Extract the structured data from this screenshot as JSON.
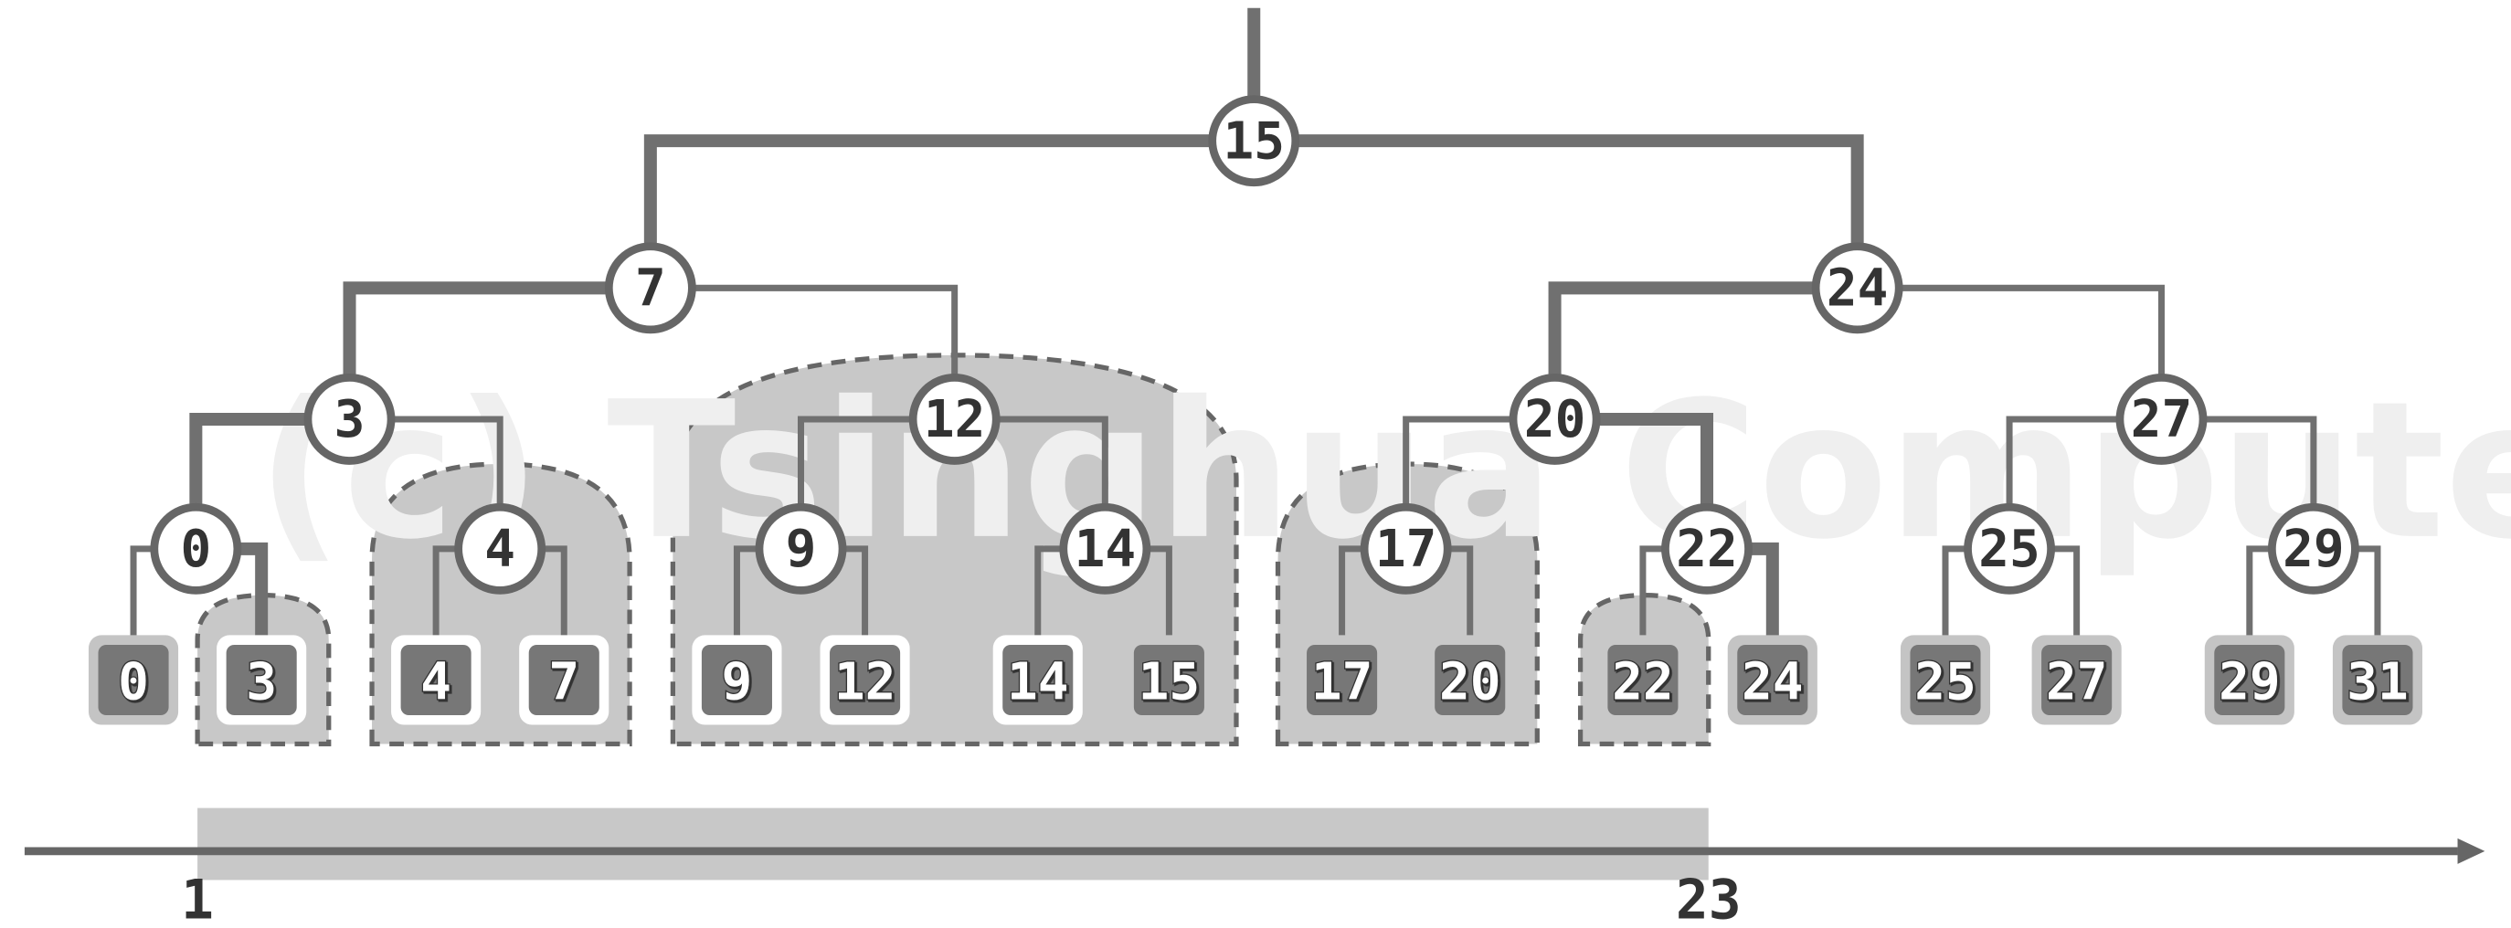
{
  "watermark": "(c) Tsinghua Computer",
  "colors": {
    "edge": "#707070",
    "shade": "#c8c8c8",
    "leaf_fill": "#777777",
    "reported_border": "#ffffff",
    "outside_border": "#c4c4c4",
    "axis": "#666666"
  },
  "tree": {
    "id": "n15",
    "key": "15",
    "thick": true,
    "children": [
      {
        "id": "n7",
        "key": "7",
        "thick": true,
        "children": [
          {
            "id": "n3",
            "key": "3",
            "thick": true,
            "children": [
              {
                "id": "n0",
                "key": "0",
                "thick": true,
                "children": [
                  {
                    "id": "l0",
                    "key": "0",
                    "thick": false
                  },
                  {
                    "id": "l3",
                    "key": "3",
                    "thick": true
                  }
                ]
              },
              {
                "id": "n4",
                "key": "4",
                "thick": false,
                "children": [
                  {
                    "id": "l4",
                    "key": "4",
                    "thick": false
                  },
                  {
                    "id": "l7",
                    "key": "7",
                    "thick": false
                  }
                ]
              }
            ]
          },
          {
            "id": "n12",
            "key": "12",
            "thick": false,
            "children": [
              {
                "id": "n9",
                "key": "9",
                "thick": false,
                "children": [
                  {
                    "id": "l9",
                    "key": "9",
                    "thick": false
                  },
                  {
                    "id": "l12",
                    "key": "12",
                    "thick": false
                  }
                ]
              },
              {
                "id": "n14",
                "key": "14",
                "thick": false,
                "children": [
                  {
                    "id": "l14",
                    "key": "14",
                    "thick": false
                  },
                  {
                    "id": "l15",
                    "key": "15",
                    "thick": false
                  }
                ]
              }
            ]
          }
        ]
      },
      {
        "id": "n24",
        "key": "24",
        "thick": true,
        "children": [
          {
            "id": "n20",
            "key": "20",
            "thick": true,
            "children": [
              {
                "id": "n17",
                "key": "17",
                "thick": false,
                "children": [
                  {
                    "id": "l17",
                    "key": "17",
                    "thick": false
                  },
                  {
                    "id": "l20",
                    "key": "20",
                    "thick": false
                  }
                ]
              },
              {
                "id": "n22",
                "key": "22",
                "thick": true,
                "children": [
                  {
                    "id": "l22",
                    "key": "22",
                    "thick": false
                  },
                  {
                    "id": "l24",
                    "key": "24",
                    "thick": true
                  }
                ]
              }
            ]
          },
          {
            "id": "n27",
            "key": "27",
            "thick": false,
            "children": [
              {
                "id": "n25",
                "key": "25",
                "thick": false,
                "children": [
                  {
                    "id": "l25",
                    "key": "25",
                    "thick": false
                  },
                  {
                    "id": "l27",
                    "key": "27",
                    "thick": false
                  }
                ]
              },
              {
                "id": "n29",
                "key": "29",
                "thick": false,
                "children": [
                  {
                    "id": "l29",
                    "key": "29",
                    "thick": false
                  },
                  {
                    "id": "l31",
                    "key": "31",
                    "thick": false
                  }
                ]
              }
            ]
          }
        ]
      }
    ]
  },
  "leaf_status": {
    "l0": "outside",
    "l3": "reported",
    "l4": "reported",
    "l7": "reported",
    "l9": "reported",
    "l12": "reported",
    "l14": "reported",
    "l15": "inside",
    "l17": "inside",
    "l20": "inside",
    "l22": "inside",
    "l24": "outside",
    "l25": "outside",
    "l27": "outside",
    "l29": "outside",
    "l31": "outside"
  },
  "shaded_subtrees": [
    "l3",
    "n4",
    "n12",
    "n17",
    "l22"
  ],
  "query": {
    "lo": "1",
    "hi": "23"
  }
}
